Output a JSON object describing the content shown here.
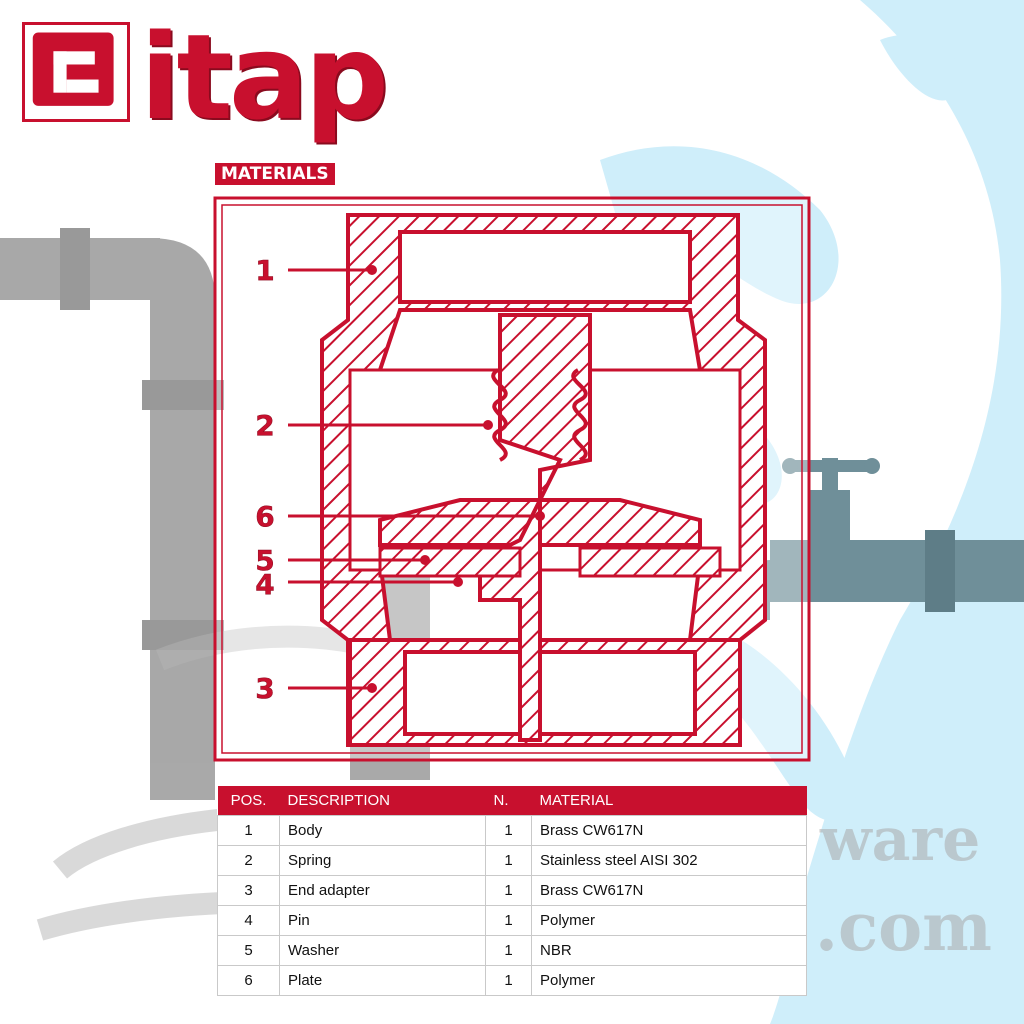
{
  "brand": {
    "name": "itap",
    "accent": "#c8102e"
  },
  "section_label": "MATERIALS",
  "watermark": {
    "line1": "ware",
    "line2": ".com"
  },
  "callouts": [
    "1",
    "2",
    "6",
    "5",
    "4",
    "3"
  ],
  "table": {
    "headers": {
      "pos": "POS.",
      "description": "DESCRIPTION",
      "n": "N.",
      "material": "MATERIAL"
    },
    "rows": [
      {
        "pos": "1",
        "description": "Body",
        "n": "1",
        "material": "Brass CW617N"
      },
      {
        "pos": "2",
        "description": "Spring",
        "n": "1",
        "material": "Stainless steel AISI 302"
      },
      {
        "pos": "3",
        "description": "End adapter",
        "n": "1",
        "material": "Brass CW617N"
      },
      {
        "pos": "4",
        "description": "Pin",
        "n": "1",
        "material": "Polymer"
      },
      {
        "pos": "5",
        "description": "Washer",
        "n": "1",
        "material": "NBR"
      },
      {
        "pos": "6",
        "description": "Plate",
        "n": "1",
        "material": "Polymer"
      }
    ]
  }
}
